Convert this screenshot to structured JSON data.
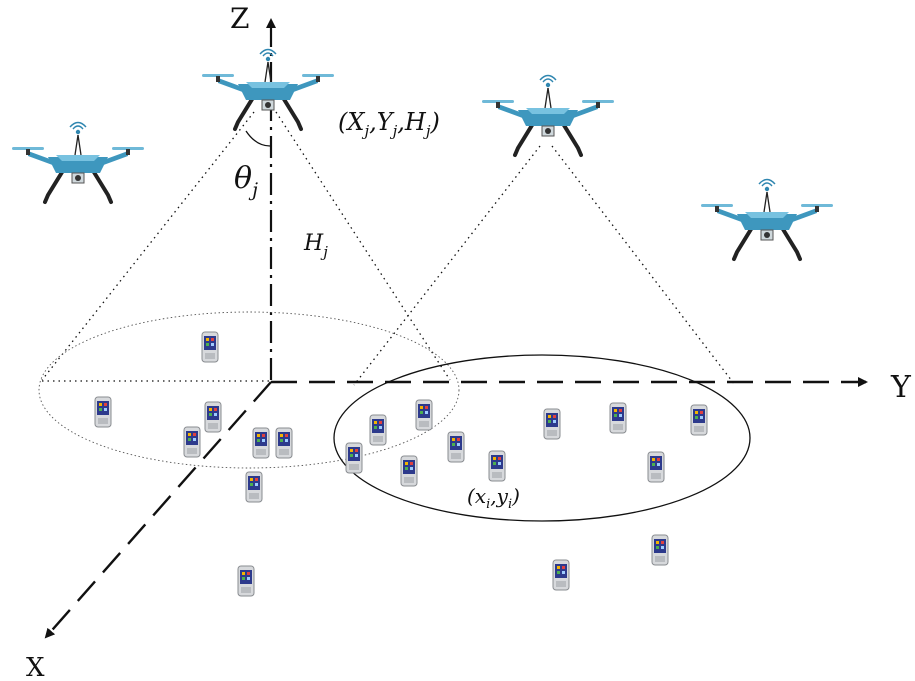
{
  "axes": {
    "z_label": "Z",
    "y_label": "Y",
    "x_label": "X"
  },
  "labels": {
    "uav_position": "(X_j, Y_j, H_j)",
    "uav_position_parts": {
      "open": "(",
      "X": "X",
      "Y": "Y",
      "H": "H",
      "sub": "j",
      "close": ")"
    },
    "angle": "θ_j",
    "angle_parts": {
      "base": "θ",
      "sub": "j"
    },
    "height": "H_j",
    "height_parts": {
      "base": "H",
      "sub": "j"
    },
    "user_position": "(x_i, y_i)",
    "user_position_parts": {
      "open": "(",
      "x": "x",
      "y": "y",
      "sub": "i",
      "close": ")"
    }
  },
  "icons": {
    "uav": "drone-with-antenna-icon",
    "user_equipment": "mobile-phone-icon"
  },
  "colors": {
    "drone_body": "#3e97be",
    "drone_frame": "#2b2b2b",
    "phone_screen": "#2d3a8c",
    "lines": "#111111"
  }
}
